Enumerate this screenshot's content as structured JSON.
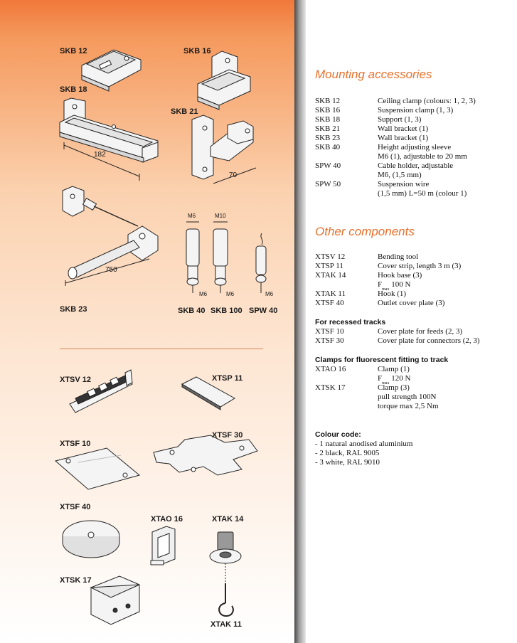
{
  "labels": {
    "skb12": "SKB 12",
    "skb16": "SKB 16",
    "skb18": "SKB 18",
    "skb21": "SKB 21",
    "skb23": "SKB 23",
    "skb40": "SKB 40",
    "skb100": "SKB 100",
    "spw40": "SPW 40",
    "xtsv12": "XTSV 12",
    "xtsp11": "XTSP 11",
    "xtsf10": "XTSF 10",
    "xtsf30": "XTSF 30",
    "xtsf40": "XTSF 40",
    "xtao16": "XTAO 16",
    "xtak14": "XTAK 14",
    "xtsk17": "XTSK 17",
    "xtak11": "XTAK 11"
  },
  "dimensions": {
    "d182": "182",
    "d70": "70",
    "d750": "750",
    "m6_top": "M6",
    "m10_top": "M10",
    "m6_a": "M6",
    "m6_b": "M6",
    "m6_c": "M6"
  },
  "mounting": {
    "title": "Mounting accessories",
    "items": [
      {
        "code": "SKB 12",
        "desc": "Ceiling clamp (colours: 1, 2, 3)"
      },
      {
        "code": "SKB 16",
        "desc": "Suspension clamp (1, 3)"
      },
      {
        "code": "SKB 18",
        "desc": "Support (1, 3)"
      },
      {
        "code": "SKB 21",
        "desc": "Wall bracket (1)"
      },
      {
        "code": "SKB 23",
        "desc": "Wall bracket (1)"
      },
      {
        "code": "SKB 40",
        "desc": "Height adjusting sleeve"
      },
      {
        "code": "",
        "desc": "M6 (1), adjustable to 20 mm"
      },
      {
        "code": "SPW 40",
        "desc": "Cable holder, adjustable"
      },
      {
        "code": "",
        "desc": "M6, (1,5 mm)"
      },
      {
        "code": "SPW 50",
        "desc": "Suspension wire"
      },
      {
        "code": "",
        "desc": "(1,5 mm) L=50 m (colour 1)"
      }
    ]
  },
  "other": {
    "title": "Other components",
    "items": [
      {
        "code": "XTSV 12",
        "desc": "Bending tool"
      },
      {
        "code": "XTSP 11",
        "desc": "Cover strip, length 3 m (3)"
      },
      {
        "code": "XTAK 14",
        "desc": "Hook base (3)"
      },
      {
        "code": "",
        "desc": "100 N",
        "fmax": "F",
        "fsub": "max"
      },
      {
        "code": "XTAK 11",
        "desc": "Hook (1)"
      },
      {
        "code": "XTSF 40",
        "desc": "Outlet cover plate (3)"
      }
    ]
  },
  "recessed": {
    "title": "For recessed tracks",
    "items": [
      {
        "code": "XTSF 10",
        "desc": "Cover plate for feeds (2, 3)"
      },
      {
        "code": "XTSF 30",
        "desc": "Cover plate for connectors (2, 3)"
      }
    ]
  },
  "clamps": {
    "title": "Clamps for fluorescent fitting to track",
    "items": [
      {
        "code": "XTAO 16",
        "desc": "Clamp (1)"
      },
      {
        "code": "",
        "desc": "120 N",
        "fmax": "F",
        "fsub": "max"
      },
      {
        "code": "XTSK 17",
        "desc": "Clamp (3)"
      },
      {
        "code": "",
        "desc": "pull strength 100N"
      },
      {
        "code": "",
        "desc": "torque max 2,5 Nm"
      }
    ]
  },
  "colour": {
    "title": "Colour code:",
    "items": [
      "- 1 natural anodised aluminium",
      "- 2 black, RAL 9005",
      "- 3 white, RAL 9010"
    ]
  },
  "colors": {
    "accent": "#e8702a",
    "panel_top": "#f0783a",
    "panel_bottom": "#ffffff"
  }
}
